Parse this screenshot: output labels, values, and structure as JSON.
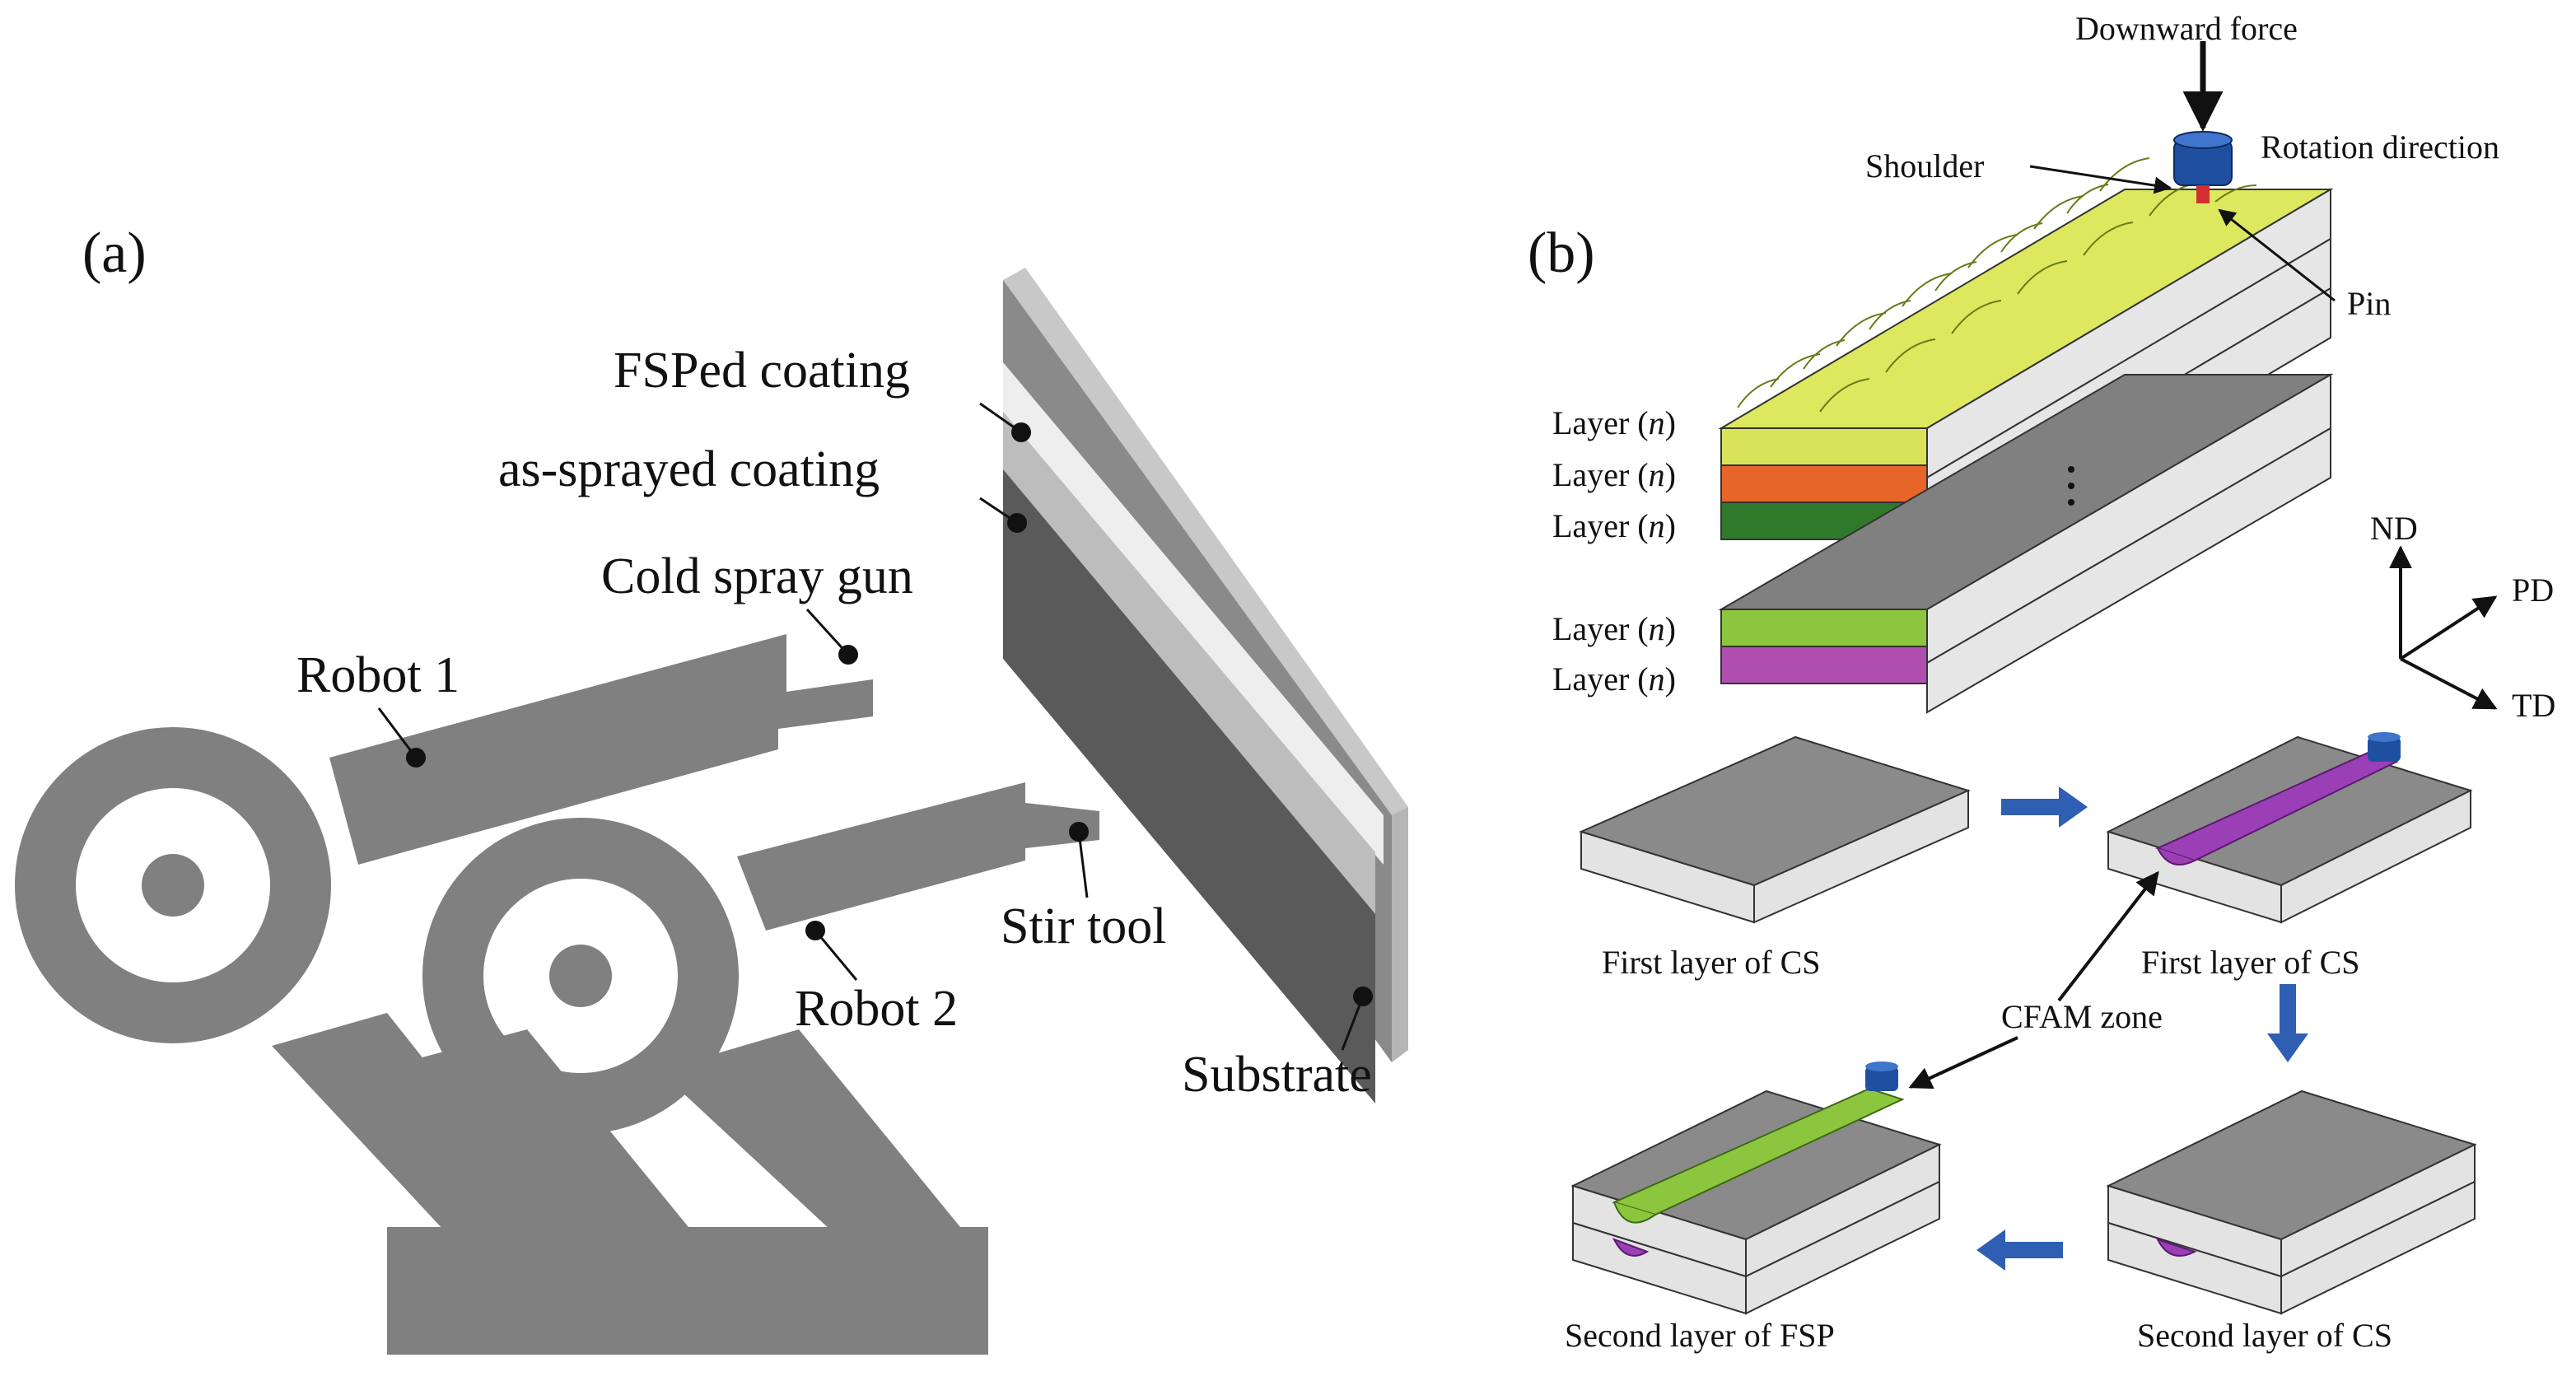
{
  "panel_a": {
    "tag": "(a)",
    "labels": {
      "fsped_coating": "FSPed coating",
      "as_sprayed_coating": "as-sprayed coating",
      "cold_spray_gun": "Cold spray gun",
      "robot_1": "Robot 1",
      "robot_2": "Robot 2",
      "stir_tool": "Stir tool",
      "substrate": "Substrate"
    }
  },
  "panel_b": {
    "tag": "(b)",
    "labels": {
      "downward_force": "Downward force",
      "rotation_direction": "Rotation direction",
      "shoulder": "Shoulder",
      "pin": "Pin",
      "nd": "ND",
      "pd": "PD",
      "td": "TD",
      "first_layer_cs_left": "First layer of CS",
      "first_layer_cs_right": "First layer of CS",
      "cfam_zone": "CFAM zone",
      "second_layer_fsp": "Second layer of FSP",
      "second_layer_cs": "Second layer of CS"
    },
    "layer_label_prefix": "Layer (",
    "layer_label_var": "n",
    "layer_label_suffix": ")",
    "layer_colors": [
      "#d9e35a",
      "#e8652a",
      "#2f7a2a",
      "#8cc63f",
      "#b04fb0"
    ]
  },
  "colors": {
    "robot_gray": "#808080",
    "dark_gray": "#555555",
    "plate_light": "#a6a6a6",
    "arrow_blue": "#2f5fb3",
    "tool_blue": "#1f4fa0",
    "fsp_purple": "#9a3fb5",
    "fsp_green": "#8cc63f"
  }
}
